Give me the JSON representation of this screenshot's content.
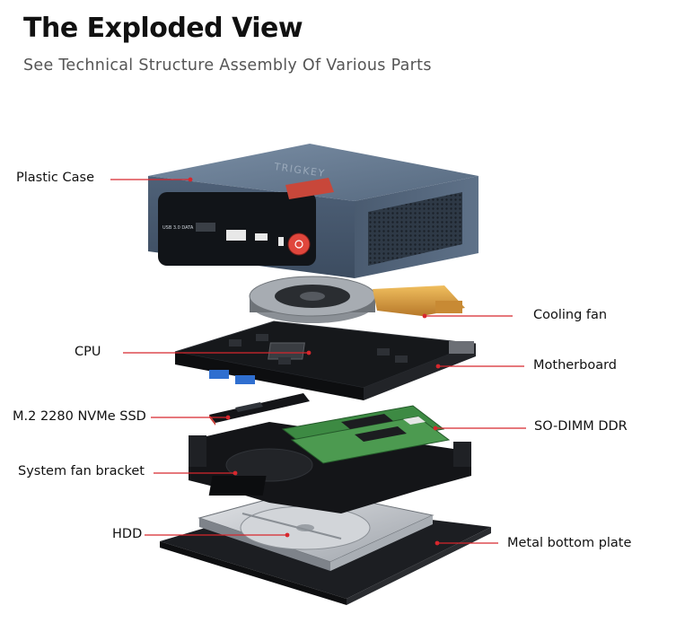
{
  "header": {
    "title": "The Exploded View",
    "subtitle": "See Technical Structure Assembly Of Various Parts"
  },
  "device": {
    "brand_text": "TRIGKEY",
    "port_text": "USB 3.0 DATA"
  },
  "labels": {
    "plastic_case": "Plastic Case",
    "cooling_fan": "Cooling fan",
    "cpu": "CPU",
    "motherboard": "Motherboard",
    "ssd": "M.2 2280 NVMe SSD",
    "so_dimm": "SO-DIMM DDR",
    "fan_bracket": "System fan bracket",
    "hdd": "HDD",
    "bottom_plate": "Metal bottom plate"
  },
  "colors": {
    "leader_line": "#d7272d",
    "case_blue": "#5b6f86",
    "power_button": "#e0463c",
    "heatpipe": "#d79a3c",
    "ram_green": "#3d8a43"
  }
}
